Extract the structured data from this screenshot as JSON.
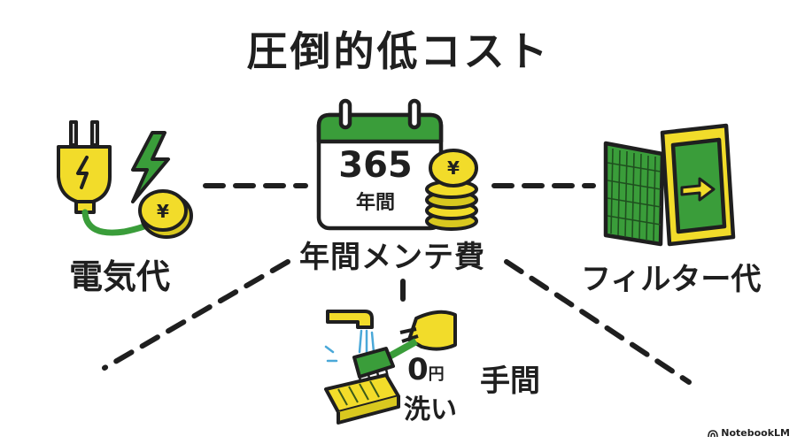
{
  "title": "圧倒的低コスト",
  "center": {
    "calendar_number": "365",
    "calendar_sub": "年間",
    "label": "年間メンテ費"
  },
  "nodes": {
    "electricity": "電気代",
    "filter": "フィルター代",
    "labor": "手間",
    "wash_amount": "0",
    "wash_unit": "円",
    "wash_label": "洗い"
  },
  "coin_symbol": "¥",
  "footer": "NotebookLM",
  "colors": {
    "green": "#3a9d3a",
    "yellow": "#f2dc2a",
    "ink": "#1f1f1f"
  }
}
